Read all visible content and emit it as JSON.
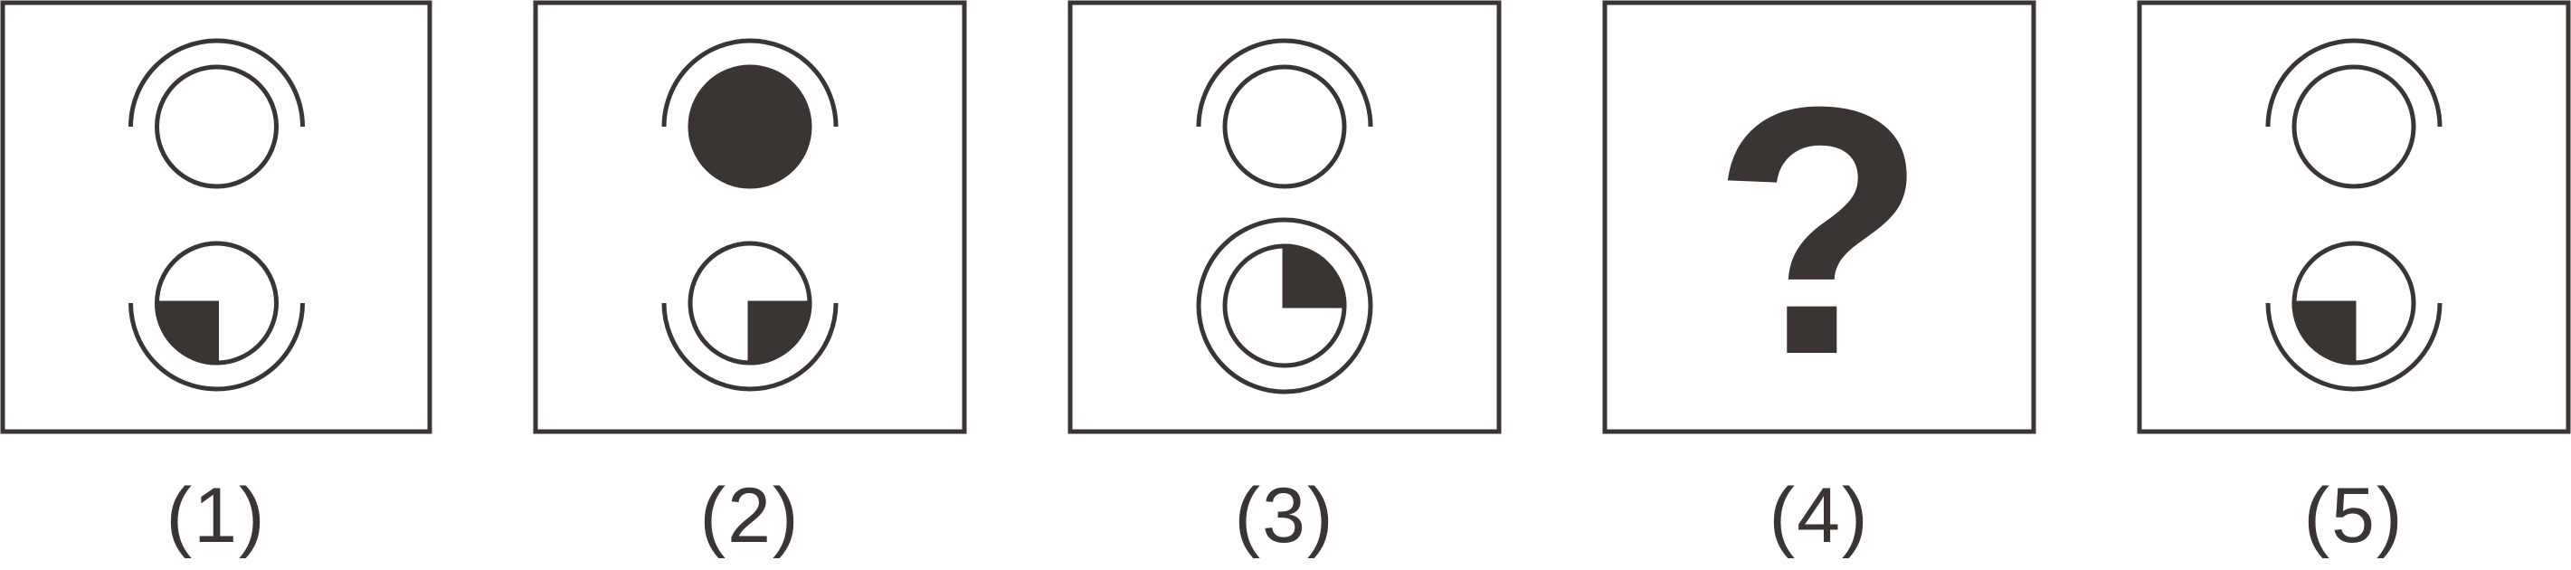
{
  "panels": [
    {
      "label": "(1)",
      "top": {
        "outer_ring": "arc-open-bottom",
        "inner": "empty"
      },
      "bottom": {
        "outer_ring": "arc-open-top",
        "inner_quadrant": "bottom-left"
      }
    },
    {
      "label": "(2)",
      "top": {
        "outer_ring": "arc-open-bottom",
        "inner": "filled"
      },
      "bottom": {
        "outer_ring": "arc-open-top",
        "inner_quadrant": "bottom-right"
      }
    },
    {
      "label": "(3)",
      "top": {
        "outer_ring": "arc-open-bottom",
        "inner": "empty"
      },
      "bottom": {
        "outer_ring": "full-circle",
        "inner_quadrant": "top-right"
      }
    },
    {
      "label": "(4)",
      "question_mark": "?"
    },
    {
      "label": "(5)",
      "top": {
        "outer_ring": "arc-open-bottom",
        "inner": "empty"
      },
      "bottom": {
        "outer_ring": "arc-open-top",
        "inner_quadrant": "bottom-left"
      }
    }
  ],
  "colors": {
    "stroke": "#3a3433",
    "fill": "#3a3433",
    "background": "#ffffff"
  }
}
